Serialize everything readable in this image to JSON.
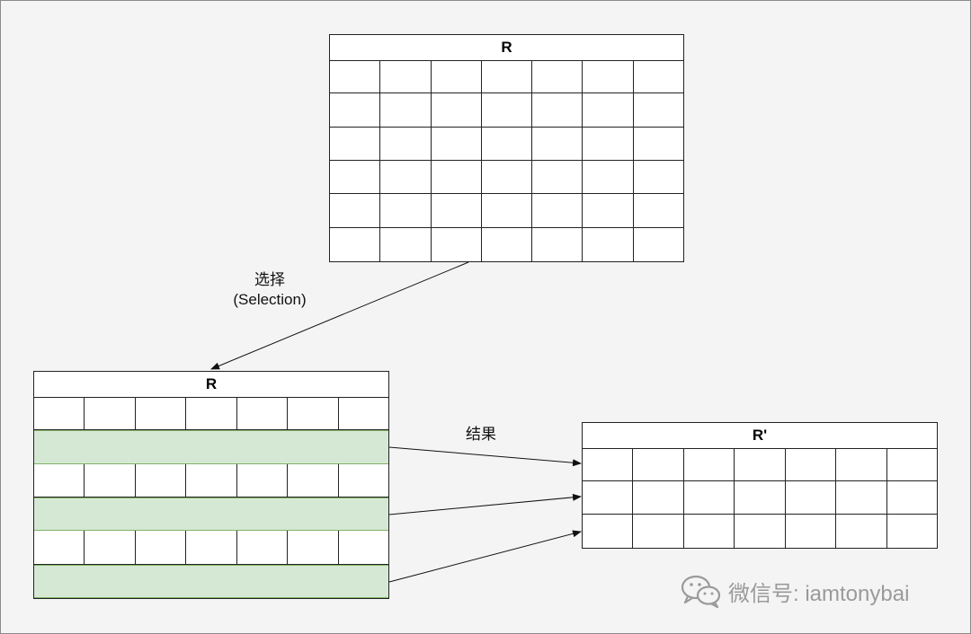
{
  "tables": {
    "source": {
      "title": "R",
      "rows": 6,
      "cols": 7
    },
    "selection": {
      "title": "R",
      "rows": 6,
      "cols": 7,
      "highlighted_rows": [
        1,
        3,
        5
      ]
    },
    "result": {
      "title": "R'",
      "rows": 3,
      "cols": 7
    }
  },
  "labels": {
    "selection_cn": "选择",
    "selection_en": "(Selection)",
    "result_cn": "结果"
  },
  "watermark": {
    "text": "微信号: iamtonybai",
    "icon": "wechat-icon"
  },
  "colors": {
    "highlight_fill": "#d5e8d4",
    "highlight_border": "#82b366"
  }
}
